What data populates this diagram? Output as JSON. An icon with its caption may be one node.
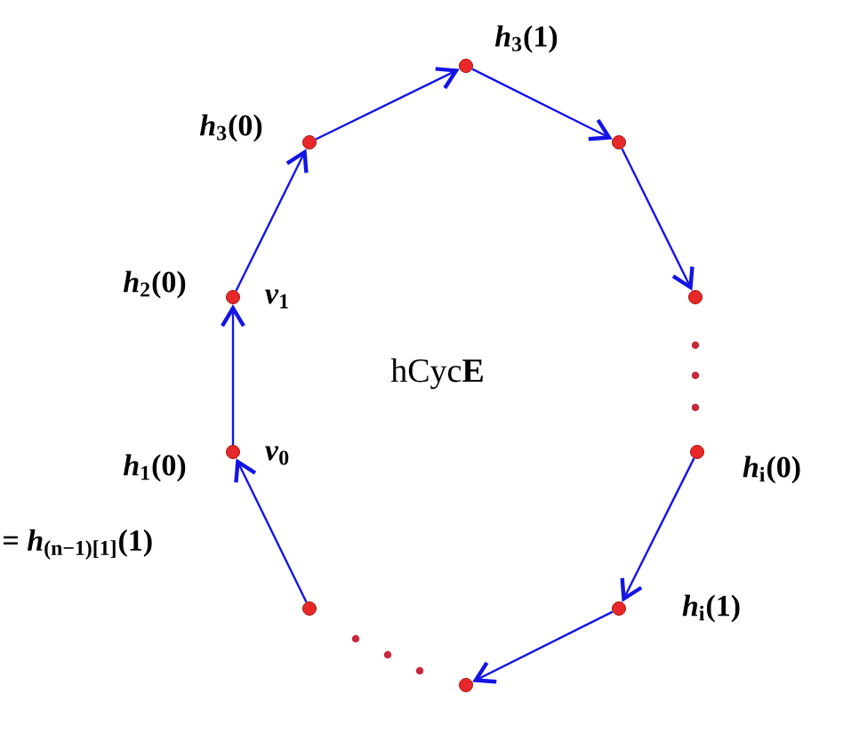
{
  "diagram": {
    "nodes": [
      {
        "text": [],
        "shape": "circle",
        "beside": [
          "*h*$_{3}$(1)"
        ]
      },
      {
        "text": [],
        "shape": "circle",
        "beside": [
          "*h*$_{3}$(0)"
        ]
      },
      {
        "text": [],
        "shape": "circle"
      },
      {
        "text": [],
        "shape": "circle",
        "beside": [
          "*h*$_{2}$(0)",
          "*v*$_{1}$"
        ]
      },
      {
        "text": [],
        "shape": "circle"
      },
      {
        "text": [],
        "shape": "circle",
        "beside": [
          "*h*$_{1}$(0)",
          "*v*$_{0}$"
        ]
      },
      {
        "text": [],
        "shape": "circle",
        "beside": [
          "*h*$_{i}$(0)"
        ]
      },
      {
        "text": [],
        "shape": "circle"
      },
      {
        "text": [],
        "shape": "circle",
        "beside": [
          "*h*$_{i}$(1)"
        ]
      },
      {
        "text": [],
        "shape": "circle"
      }
    ],
    "edges": [
      {
        "from": 7,
        "to": 5,
        "arrow": "to"
      },
      {
        "from": 5,
        "to": 3,
        "arrow": "to"
      },
      {
        "from": 3,
        "to": 1,
        "arrow": "to"
      },
      {
        "from": 1,
        "to": 0,
        "arrow": "to"
      },
      {
        "from": 0,
        "to": 2,
        "arrow": "to"
      },
      {
        "from": 2,
        "to": 4,
        "arrow": "to"
      },
      {
        "from": 6,
        "to": 8,
        "arrow": "to"
      },
      {
        "from": 8,
        "to": 9,
        "arrow": "to"
      }
    ],
    "labels": [
      "hCyc**E**",
      "= *h*$_{(n−1)[1]}$(1)"
    ]
  }
}
